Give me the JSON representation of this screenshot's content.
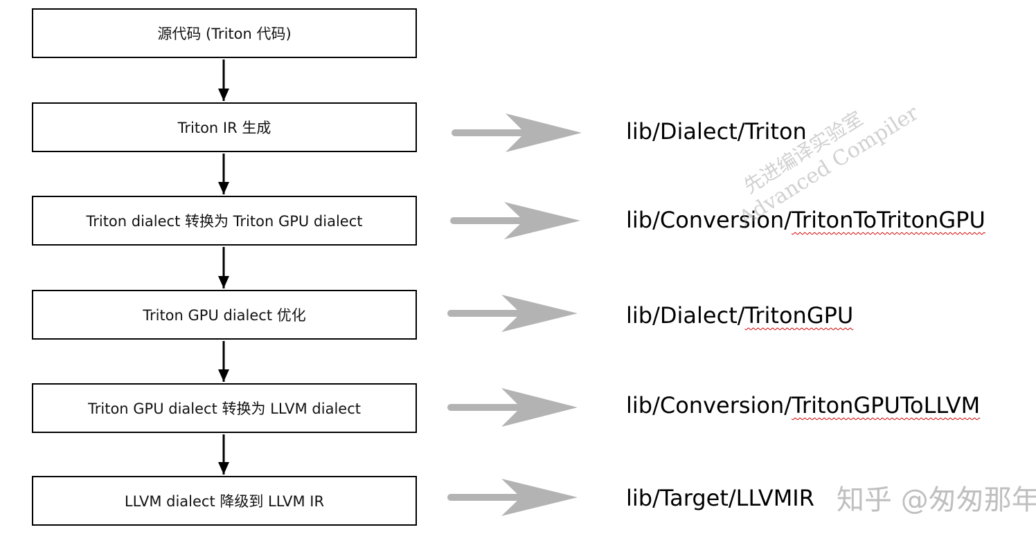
{
  "steps": [
    "源代码 (Triton 代码)",
    "Triton IR 生成",
    "Triton dialect 转换为 Triton GPU dialect",
    "Triton GPU dialect 优化",
    "Triton GPU dialect 转换为 LLVM dialect",
    "LLVM dialect 降级到 LLVM IR"
  ],
  "paths": [
    {
      "prefix": "lib/Dialect/",
      "suffix": "Triton"
    },
    {
      "prefix": "lib/Conversion/",
      "suffix": "TritonToTritonGPU"
    },
    {
      "prefix": "lib/Dialect/",
      "suffix": "TritonGPU"
    },
    {
      "prefix": "lib/Conversion/",
      "suffix": "TritonGPUToLLVM"
    },
    {
      "prefix": "lib/Target/",
      "suffix": "LLVMIR"
    }
  ],
  "watermark": {
    "line1": "先进编译实验室",
    "line2": "Advanced Compiler"
  },
  "credit": "知乎 @匆匆那年",
  "colors": {
    "arrow": "#b3b3b3",
    "border": "#000000",
    "squiggle": "#d00000"
  }
}
